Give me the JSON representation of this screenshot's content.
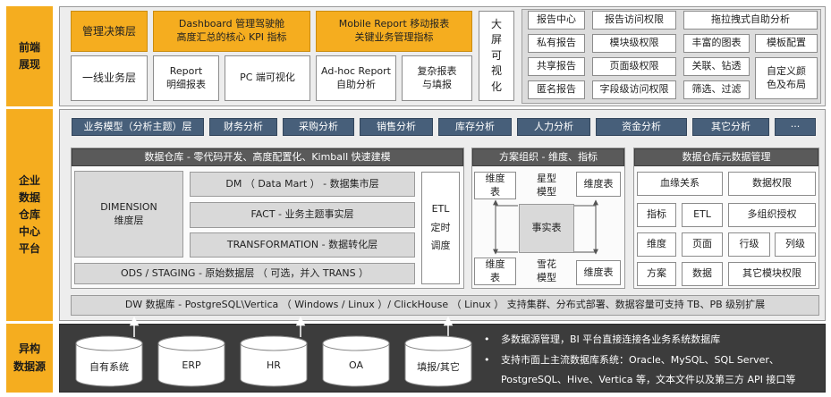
{
  "side": {
    "front": "前端\n展现",
    "platform": "企业\n数据\n仓库\n中心\n平台",
    "sources": "异构\n数据源"
  },
  "front": {
    "decision": "管理决策层",
    "frontline": "一线业务层",
    "dashboard": "Dashboard 管理驾驶舱\n高度汇总的核心 KPI 指标",
    "mobile": "Mobile Report 移动报表\n关键业务管理指标",
    "report": "Report\n明细报表",
    "pc": "PC 端可视化",
    "adhoc": "Ad-hoc Report\n自助分析",
    "complex": "复杂报表\n与填报",
    "bigscreen": "大\n屏\n可\n视\n化",
    "grid": [
      [
        "报告中心",
        "报告访问权限",
        "拖拉拽式自助分析"
      ],
      [
        "私有报告",
        "模块级权限",
        "丰富的图表",
        "模板配置"
      ],
      [
        "共享报告",
        "页面级权限",
        "关联、钻透",
        "自定义颜\n色及布局"
      ],
      [
        "匿名报告",
        "字段级访问权限",
        "筛选、过滤"
      ]
    ]
  },
  "platform": {
    "business": [
      "业务模型（分析主题）层",
      "财务分析",
      "采购分析",
      "销售分析",
      "库存分析",
      "人力分析",
      "资金分析",
      "其它分析",
      "···"
    ],
    "dw_title": "数据仓库 - 零代码开发、高度配置化、Kimball 快速建模",
    "dimension": "DIMENSION\n维度层",
    "dm": "DM （ Data Mart ） - 数据集市层",
    "fact": "FACT - 业务主题事实层",
    "transformation": "TRANSFORMATION - 数据转化层",
    "ods": "ODS / STAGING - 原始数据层 （ 可选，并入 TRANS ）",
    "etl": "ETL\n定时\n调度",
    "schema_title": "方案组织 - 维度、指标",
    "star": "星型\n模型",
    "snowflake": "雪花\n模型",
    "dim_table": "维度\n表",
    "dim_table_inline": "维度表",
    "fact_table": "事实表",
    "meta_title": "数据仓库元数据管理",
    "meta": {
      "lineage": "血缘关系",
      "data_perm": "数据权限",
      "indicator": "指标",
      "etl": "ETL",
      "multi_org": "多组织授权",
      "dimension": "维度",
      "page": "页面",
      "row": "行级",
      "col": "列级",
      "scheme": "方案",
      "data": "数据",
      "other_perm": "其它模块权限"
    },
    "dw_db": "DW 数据库 - PostgreSQL\\Vertica （ Windows / Linux ）/ ClickHouse （ Linux ） 支持集群、分布式部署、数据容量可支持 TB、PB 级别扩展"
  },
  "sources": {
    "items": [
      "自有系统",
      "ERP",
      "HR",
      "OA",
      "填报/其它"
    ],
    "bullets": [
      "多数据源管理，BI 平台直接连接各业务系统数据库",
      "支持市面上主流数据库系统：Oracle、MySQL、SQL Server、",
      "PostgreSQL、Hive、Vertica 等，文本文件以及第三方 API 接口等"
    ]
  },
  "colors": {
    "accent": "#f5ad1f",
    "business_bar": "#475f7a",
    "title_bar": "#5a5a5a",
    "source_band": "#3c3c3c"
  }
}
